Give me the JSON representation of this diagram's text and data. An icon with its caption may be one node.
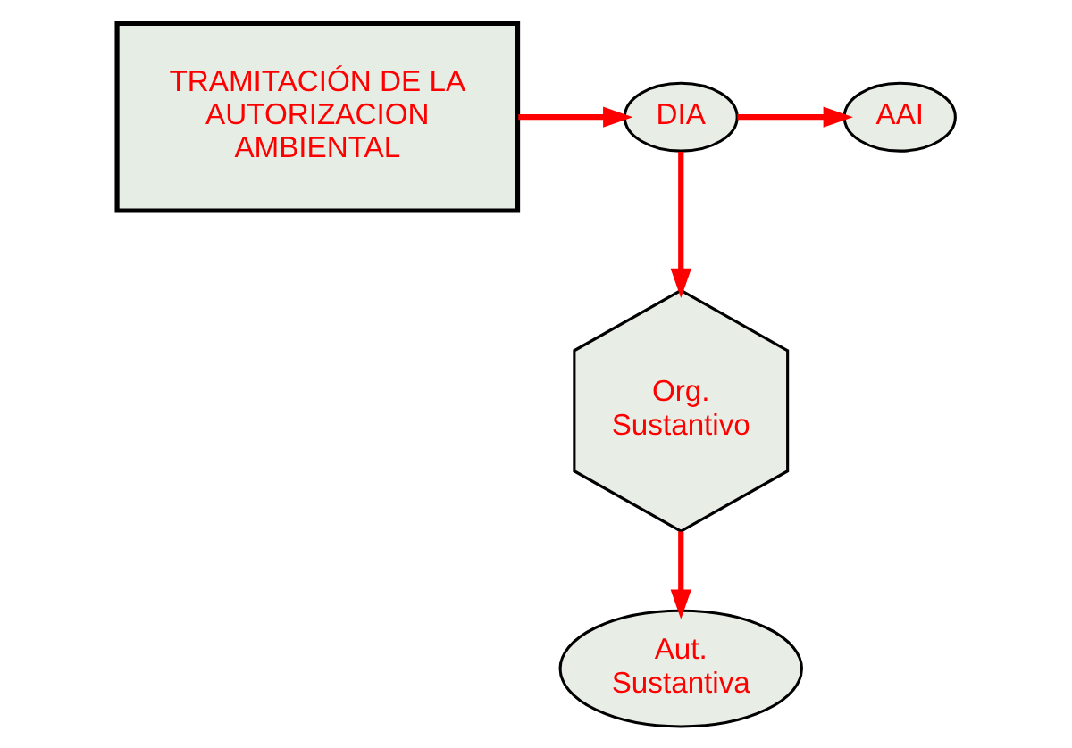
{
  "diagram": {
    "nodes": [
      {
        "text": [
          "TRAMITACIÓN DE LA AUTORIZACION AMBIENTAL"
        ]
      },
      {
        "text": [
          "DIA"
        ]
      },
      {
        "text": [
          "AAI"
        ]
      },
      {
        "text": [
          "Org. Sustantivo"
        ]
      },
      {
        "text": [
          "Aut. Sustantiva"
        ]
      }
    ],
    "edges": [
      {
        "from": 0,
        "to": 1,
        "arrow": "to"
      },
      {
        "from": 1,
        "to": 2,
        "arrow": "to"
      },
      {
        "from": 1,
        "to": 3,
        "arrow": "to"
      },
      {
        "from": 3,
        "to": 4,
        "arrow": "to"
      }
    ]
  }
}
